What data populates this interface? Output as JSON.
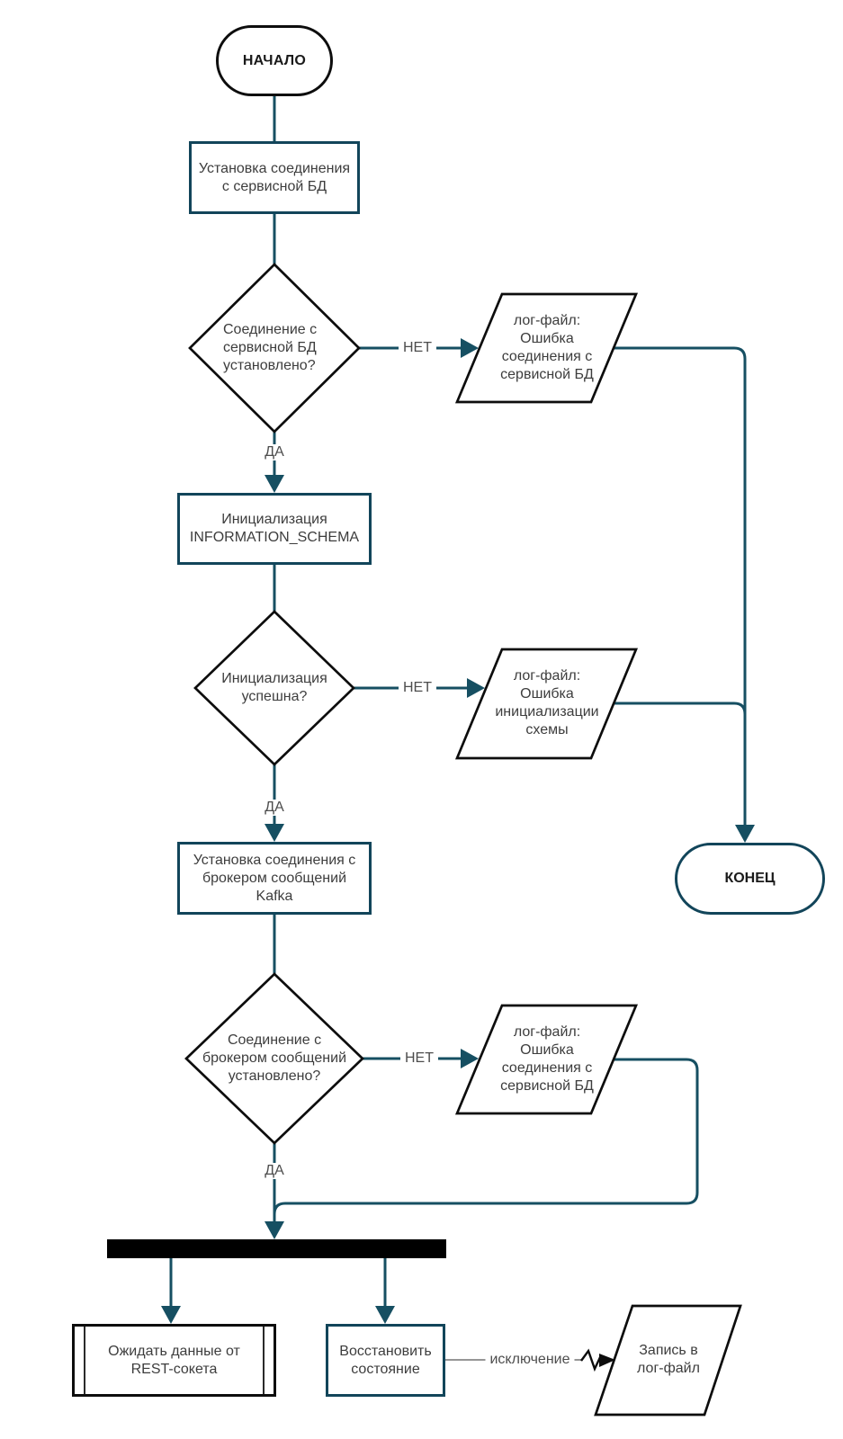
{
  "diagram": {
    "nodes": {
      "start": {
        "label": "НАЧАЛО"
      },
      "connect_db": {
        "label": "Установка соединения\nс сервисной БД"
      },
      "db_connected": {
        "label": "Соединение с\nсервисной БД\nустановлено?"
      },
      "log_db_error_1": {
        "label": "лог-файл:\nОшибка\nсоединения с\nсервисной БД"
      },
      "init_schema": {
        "label": "Инициализация\nINFORMATION_SCHEMA"
      },
      "init_ok": {
        "label": "Инициализация\nуспешна?"
      },
      "log_init_error": {
        "label": "лог-файл:\nОшибка\nинициализации\nсхемы"
      },
      "connect_kafka": {
        "label": "Установка соединения с\nброкером сообщений\nKafka"
      },
      "kafka_connected": {
        "label": "Соединение с\nброкером сообщений\nустановлено?"
      },
      "log_db_error_2": {
        "label": "лог-файл:\nОшибка\nсоединения с\nсервисной БД"
      },
      "end": {
        "label": "КОНЕЦ"
      },
      "wait_rest": {
        "label": "Ожидать данные от\nREST-сокета"
      },
      "restore_state": {
        "label": "Восстановить\nсостояние"
      },
      "log_write": {
        "label": "Запись в\nлог-файл"
      }
    },
    "edge_labels": {
      "yes": "ДА",
      "no": "НЕТ",
      "exception": "исключение"
    },
    "colors": {
      "connector": "#164f62",
      "shape_outline": "#0d0d0d",
      "process_outline": "#12455a",
      "fork_bar": "#000000",
      "exception_line": "#969696"
    }
  }
}
